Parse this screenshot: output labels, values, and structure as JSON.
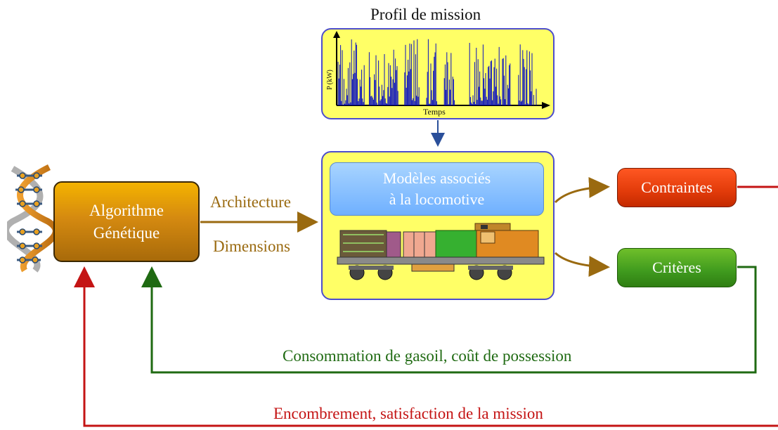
{
  "title": "Profil de mission",
  "profile": {
    "ylabel": "P (kW)",
    "xlabel": "Temps"
  },
  "algorithm": {
    "line1": "Algorithme",
    "line2": "Génétique"
  },
  "models": {
    "line1": "Modèles associés",
    "line2": "à la locomotive"
  },
  "arrows": {
    "architecture": "Architecture",
    "dimensions": "Dimensions"
  },
  "outputs": {
    "contraintes": "Contraintes",
    "criteres": "Critères"
  },
  "feedback": {
    "criteria": "Consommation de gasoil, coût de possession",
    "constraints": "Encombrement, satisfaction de la mission"
  },
  "colors": {
    "brown_arrow": "#9a6a10",
    "green_loop": "#1f6a12",
    "red_loop": "#c41414",
    "blue_arrow": "#2a4f9a",
    "panel_yellow": "#ffff66",
    "panel_border": "#4d4dcc"
  }
}
